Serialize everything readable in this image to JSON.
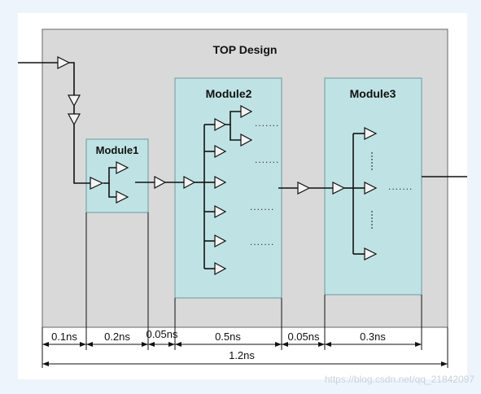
{
  "top_design": {
    "title": "TOP Design"
  },
  "modules": [
    {
      "id": "module1",
      "label": "Module1"
    },
    {
      "id": "module2",
      "label": "Module2"
    },
    {
      "id": "module3",
      "label": "Module3"
    }
  ],
  "timing": {
    "segments": [
      "0.1ns",
      "0.2ns",
      "0.05ns",
      "0.5ns",
      "0.05ns",
      "0.3ns"
    ],
    "total": "1.2ns"
  },
  "ellipsis": ".......",
  "ellipsis_v": ".",
  "watermark": "https://blog.csdn.net/qq_21842097",
  "colors": {
    "page_bg": "#eef4fb",
    "white_area": "#ffffff",
    "top_box": "#d9d9d9",
    "module_fill": "#bfe3e4",
    "module_stroke": "#6a9a9b"
  }
}
